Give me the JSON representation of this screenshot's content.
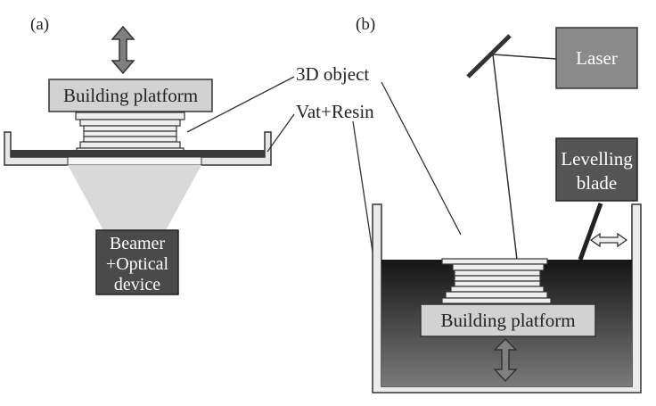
{
  "panels": {
    "a": {
      "label": "(a)"
    },
    "b": {
      "label": "(b)"
    }
  },
  "labels": {
    "building_platform": "Building platform",
    "object_3d": "3D object",
    "vat_resin": "Vat+Resin",
    "beamer_line1": "Beamer",
    "beamer_line2": "+Optical",
    "beamer_line3": "device",
    "laser": "Laser",
    "leveling_line1": "Levelling",
    "leveling_line2": "blade"
  },
  "colors": {
    "stroke": "#333333",
    "platform_fill": "#d2d2d2",
    "projector_fill": "#4a4a4a",
    "laser_fill": "#8a8a8a",
    "blade_fill": "#555555",
    "arrow_fill": "#808080",
    "cone_fill": "#d9d9d9",
    "resin_dark": "#151515",
    "resin_light": "#7a7a7a"
  }
}
